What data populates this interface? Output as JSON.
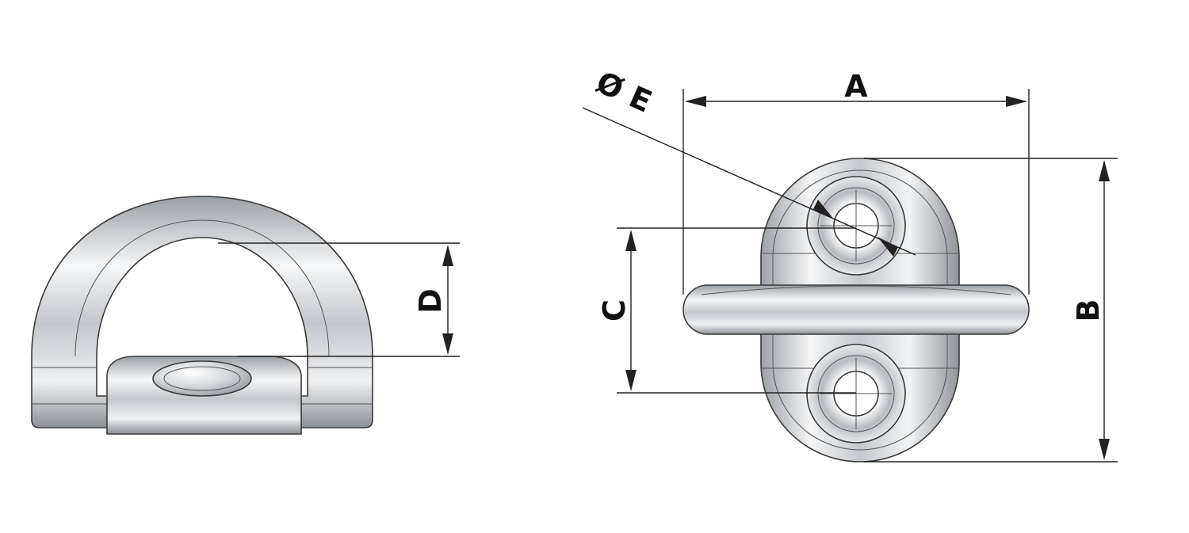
{
  "diagram": {
    "labels": {
      "a": "A",
      "b": "B",
      "c": "C",
      "d": "D",
      "e": "Ø E"
    },
    "colors": {
      "metal_light": "#f4f5f6",
      "metal_mid": "#c9ccd0",
      "metal_dark": "#8f949a",
      "outline": "#3a3a3a",
      "dimension": "#222222"
    }
  }
}
